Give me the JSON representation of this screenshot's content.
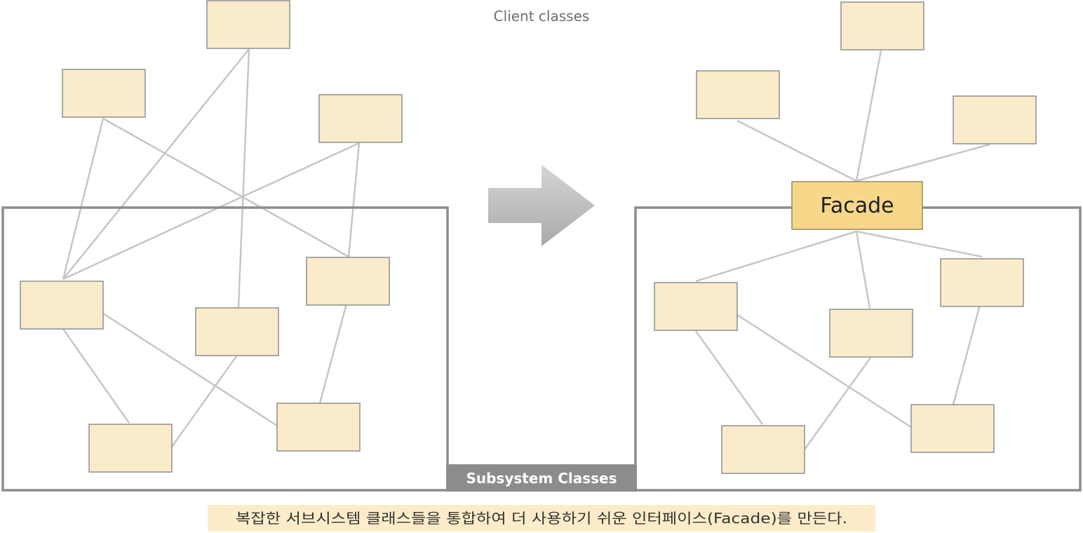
{
  "labels": {
    "client_classes": "Client classes",
    "facade": "Facade",
    "subsystem_classes": "Subsystem Classes",
    "caption": "복잡한 서브시스템 클래스들을 통합하여 더 사용하기 쉬운 인터페이스(Facade)를 만든다."
  },
  "colors": {
    "class_box_fill": "#faeccb",
    "class_box_stroke": "#8f8f8f",
    "facade_fill": "#f7d88a",
    "link": "#c6c6c6",
    "frame": "#8c8c8c",
    "subsystem_label_bg": "#8c8c8c",
    "caption_bg": "#fcecc9"
  }
}
